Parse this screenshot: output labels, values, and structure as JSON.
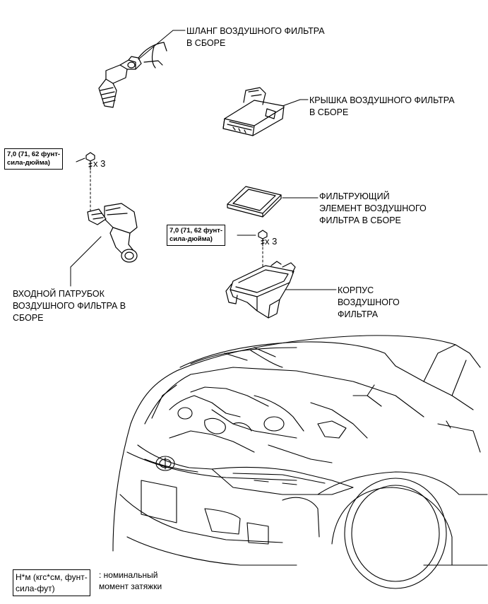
{
  "labels": {
    "hose": "ШЛАНГ ВОЗДУШНОГО ФИЛЬТРА\nВ СБОРЕ",
    "cover": "КРЫШКА ВОЗДУШНОГО ФИЛЬТРА\nВ СБОРЕ",
    "element": "ФИЛЬТРУЮЩИЙ\nЭЛЕМЕНТ ВОЗДУШНОГО\nФИЛЬТРА В СБОРЕ",
    "inlet": "ВХОДНОЙ ПАТРУБОК\nВОЗДУШНОГО ФИЛЬТРА В\nСБОРЕ",
    "case": "КОРПУС\nВОЗДУШНОГО\nФИЛЬТРА"
  },
  "torque_left": {
    "value": "7,0 (71, 62 фунт-\nсила-дюйма)",
    "qty": "x 3"
  },
  "torque_right": {
    "value": "7,0 (71, 62 фунт-\nсила-дюйма)",
    "qty": "x 3"
  },
  "legend": {
    "box": "Н*м (кгс*см, фунт-\nсила-фут)",
    "text": ": номинальный\nмомент затяжки"
  }
}
